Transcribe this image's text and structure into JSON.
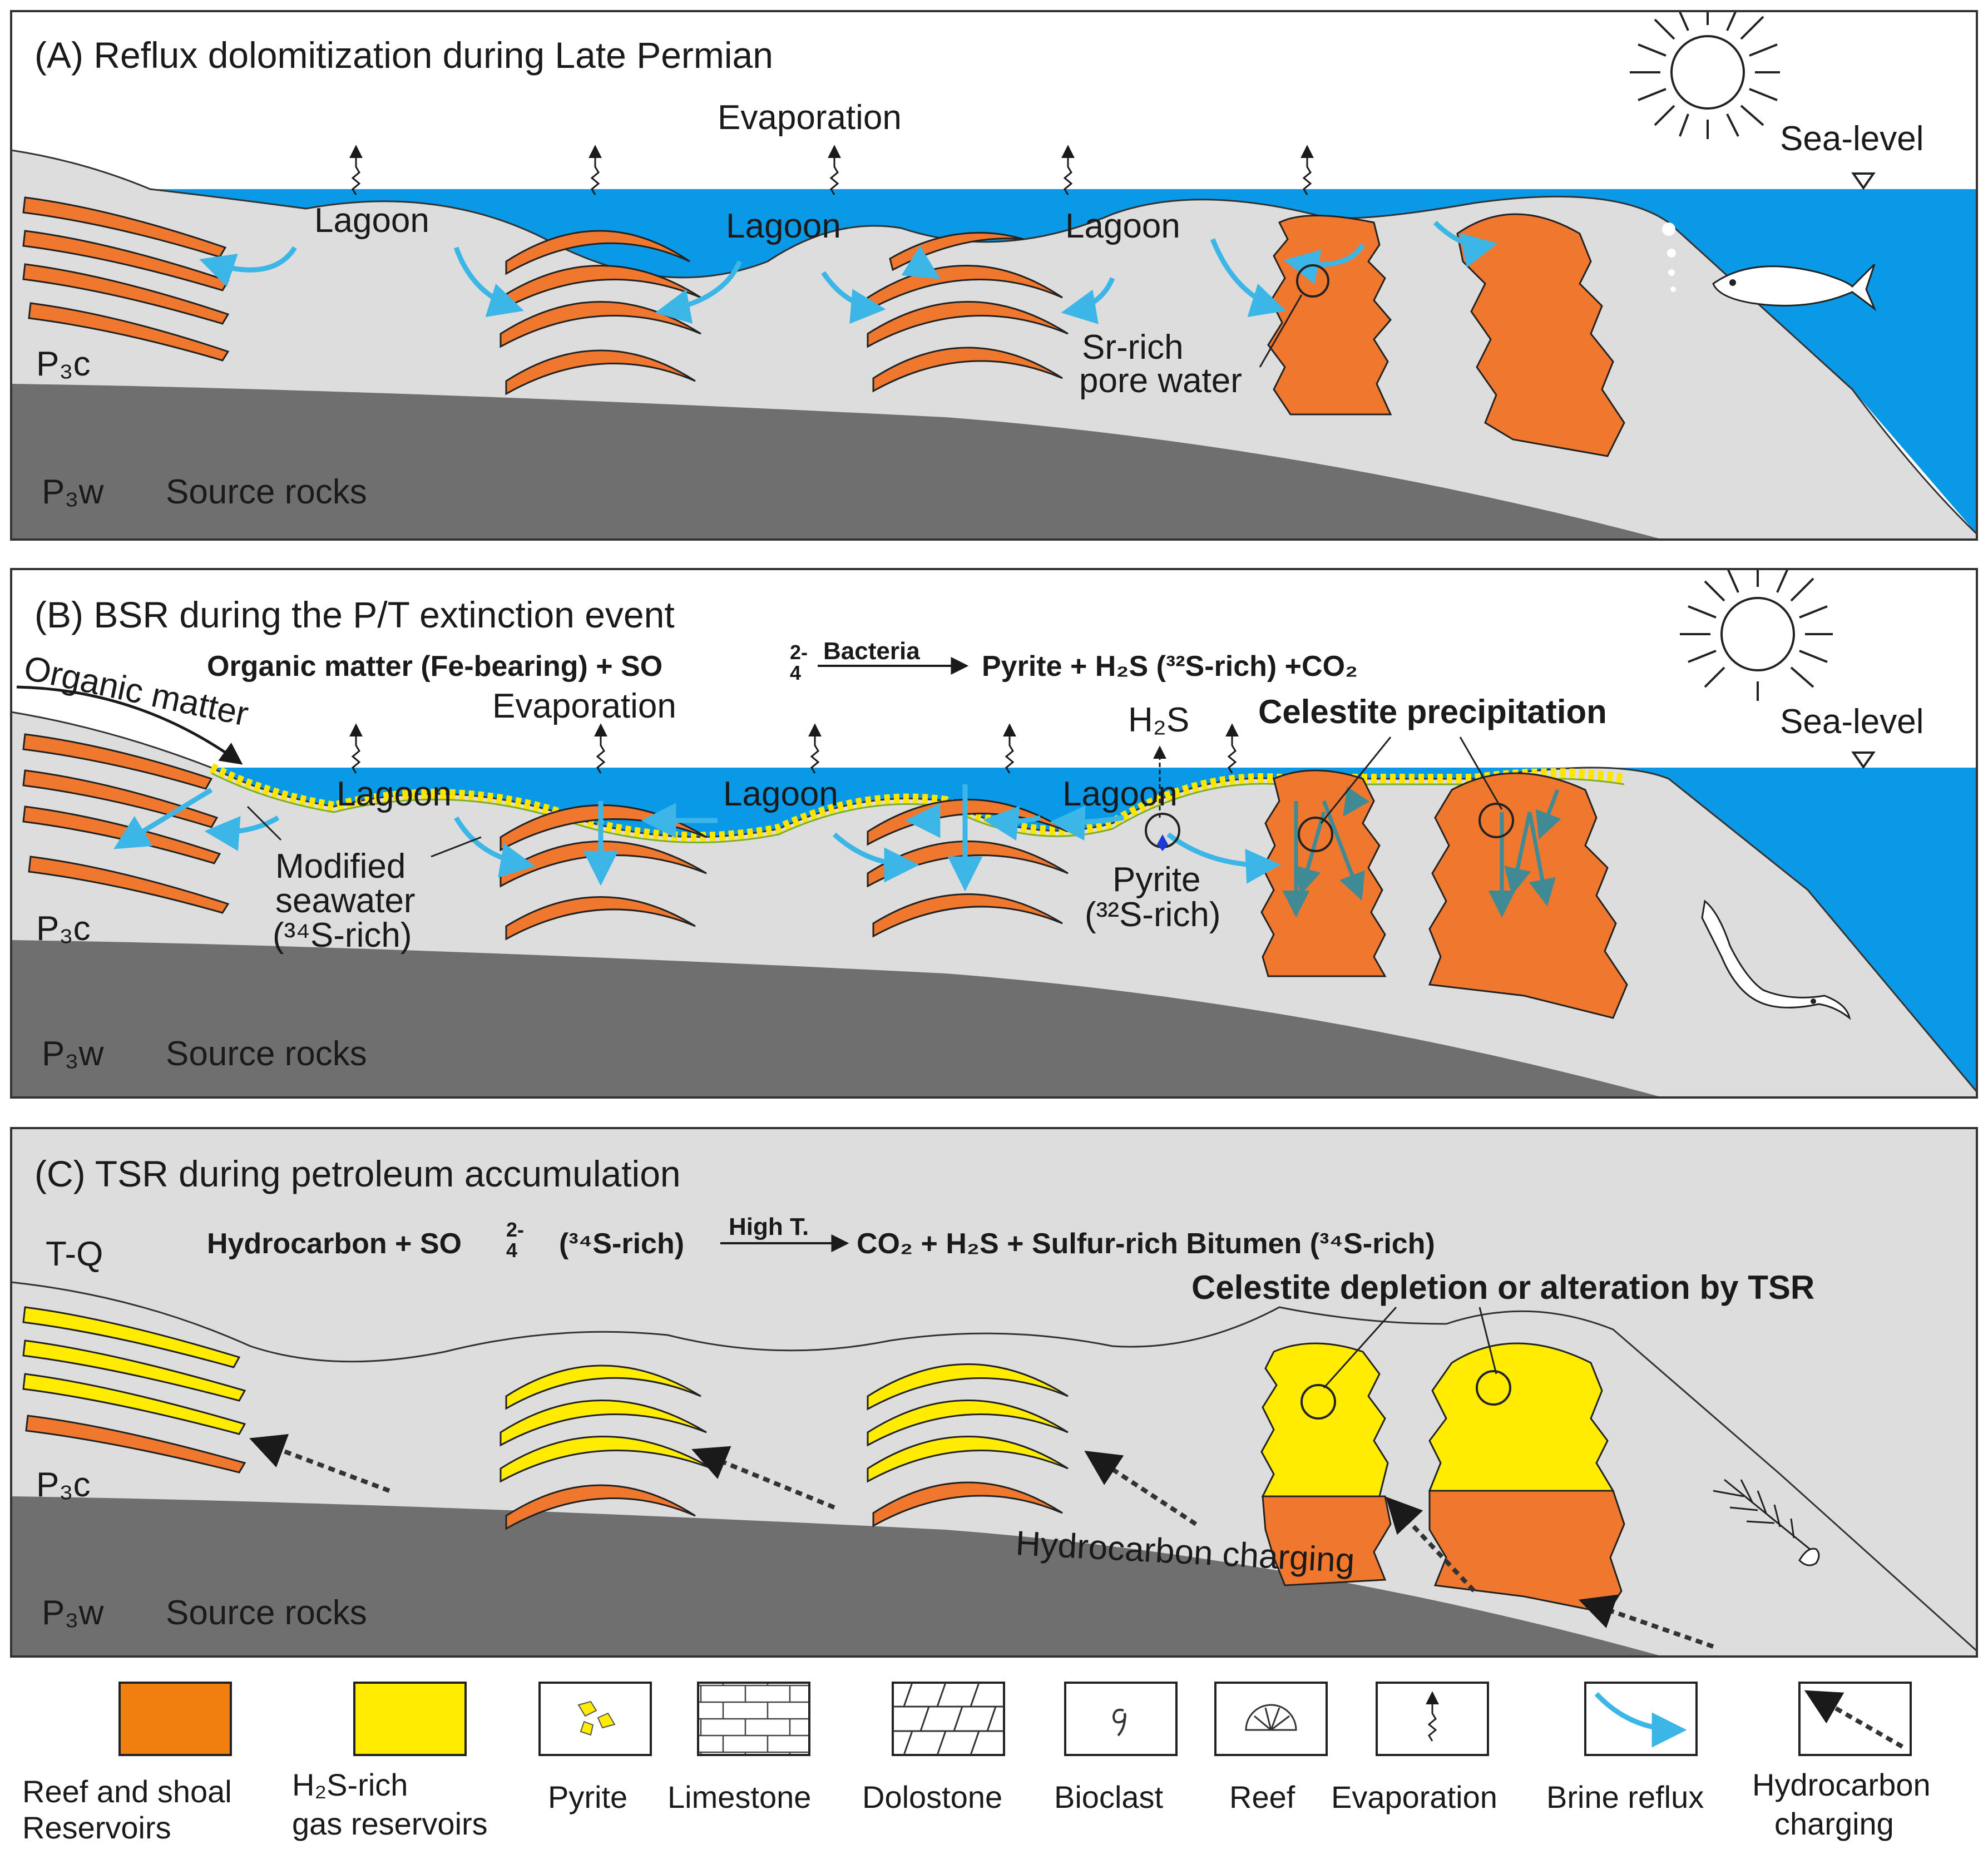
{
  "colors": {
    "sea": "#0a99e6",
    "rock": "#dddddd",
    "source": "#6f6f6f",
    "reef_orange": "#f0782e",
    "h2s_yellow": "#ffec00",
    "reflux_arrow": "#3bb6e6",
    "celestite_arrow": "#3f8a94"
  },
  "panelA": {
    "title": "(A) Reflux dolomitization during Late Permian",
    "evaporation": "Evaporation",
    "sea_level": "Sea-level",
    "lagoons": [
      "Lagoon",
      "Lagoon",
      "Lagoon"
    ],
    "sr_rich_1": "Sr-rich",
    "sr_rich_2": "pore water",
    "formation_upper": "P₃c",
    "formation_lower": "P₃w",
    "source_rocks": "Source rocks"
  },
  "panelB": {
    "title": "(B) BSR during the P/T extinction event",
    "eq_left": "Organic matter (Fe-bearing) + SO",
    "eq_sulfate_charge": "2-",
    "eq_sulfate_sub": "4",
    "eq_catalyst": "Bacteria",
    "eq_right": "Pyrite + H₂S (³²S-rich) +CO₂",
    "organic_matter": "Organic matter",
    "evaporation": "Evaporation",
    "h2s": "H₂S",
    "celestite": "Celestite precipitation",
    "sea_level": "Sea-level",
    "lagoons": [
      "Lagoon",
      "Lagoon",
      "Lagoon"
    ],
    "modified_1": "Modified",
    "modified_2": "seawater",
    "modified_3": "(³⁴S-rich)",
    "pyrite_1": "Pyrite",
    "pyrite_2": "(³²S-rich)",
    "formation_upper": "P₃c",
    "formation_lower": "P₃w",
    "source_rocks": "Source rocks"
  },
  "panelC": {
    "title": "(C) TSR during petroleum accumulation",
    "eq_left": "Hydrocarbon + SO",
    "eq_sulfate_charge": "2-",
    "eq_sulfate_sub": "4",
    "eq_mid": "(³⁴S-rich)",
    "eq_catalyst": "High T.",
    "eq_right": "CO₂ + H₂S + Sulfur-rich Bitumen (³⁴S-rich)",
    "celestite": "Celestite depletion or alteration by TSR",
    "tq": "T-Q",
    "hydrocarbon_charging": "Hydrocarbon charging",
    "formation_upper": "P₃c",
    "formation_lower": "P₃w",
    "source_rocks": "Source rocks"
  },
  "legend": [
    {
      "icon": "reef-shoal-swatch",
      "lines": [
        "Reef and shoal",
        "Reservoirs"
      ]
    },
    {
      "icon": "h2s-gas-swatch",
      "lines": [
        "H₂S-rich",
        "gas reservoirs"
      ]
    },
    {
      "icon": "pyrite-icon",
      "lines": [
        "Pyrite"
      ]
    },
    {
      "icon": "limestone-icon",
      "lines": [
        "Limestone"
      ]
    },
    {
      "icon": "dolostone-icon",
      "lines": [
        "Dolostone"
      ]
    },
    {
      "icon": "bioclast-icon",
      "lines": [
        "Bioclast"
      ]
    },
    {
      "icon": "reef-icon",
      "lines": [
        "Reef"
      ]
    },
    {
      "icon": "evaporation-icon",
      "lines": [
        "Evaporation"
      ]
    },
    {
      "icon": "brine-reflux-icon",
      "lines": [
        "Brine reflux"
      ]
    },
    {
      "icon": "hydrocarbon-charging-icon",
      "lines": [
        "Hydrocarbon",
        "charging"
      ]
    }
  ]
}
